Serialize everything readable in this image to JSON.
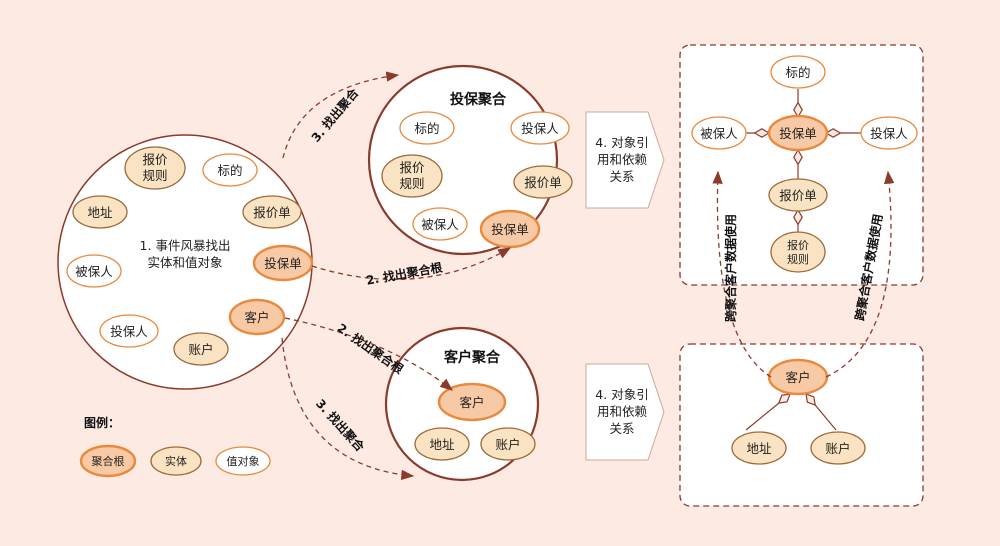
{
  "storm": {
    "center_line1": "1. 事件风暴找出",
    "center_line2": "实体和值对象",
    "baojia_guize_1": "报价",
    "baojia_guize_2": "规则",
    "biaode": "标的",
    "dizhi": "地址",
    "baojiadan": "报价单",
    "beibaoren": "被保人",
    "toubaodan": "投保单",
    "kehu": "客户",
    "toubaoren": "投保人",
    "zhanghu": "账户"
  },
  "toubao_agg": {
    "title": "投保聚合",
    "biaode": "标的",
    "toubaoren": "投保人",
    "baojia_guize_1": "报价",
    "baojia_guize_2": "规则",
    "baojiadan": "报价单",
    "beibaoren": "被保人",
    "toubaodan": "投保单"
  },
  "kehu_agg": {
    "title": "客户聚合",
    "kehu": "客户",
    "dizhi": "地址",
    "zhanghu": "账户"
  },
  "arrows": {
    "find_root_toubao": "2. 找出聚合根",
    "find_agg_toubao": "3. 找出聚合",
    "find_root_kehu": "2. 找出聚合根",
    "find_agg_kehu": "3. 找出聚合"
  },
  "step4": {
    "top_1": "4. 对象引",
    "top_2": "用和依赖",
    "top_3": "关系",
    "bottom_1": "4. 对象引",
    "bottom_2": "用和依赖",
    "bottom_3": "关系"
  },
  "rel_top": {
    "biaode": "标的",
    "beibaoren": "被保人",
    "toubaodan": "投保单",
    "toubaoren": "投保人",
    "baojiadan": "报价单",
    "baojia_guize_1": "报价",
    "baojia_guize_2": "规则"
  },
  "rel_bottom": {
    "kehu": "客户",
    "dizhi": "地址",
    "zhanghu": "账户"
  },
  "cross": {
    "left": "跨聚合客户数据使用",
    "right": "跨聚合客户数据使用"
  },
  "legend": {
    "title": "图例：",
    "root": "聚合根",
    "entity": "实体",
    "value_object": "值对象"
  },
  "colors": {
    "background": "#fdebe3",
    "stroke": "#8b3a2b",
    "root_fill": "#f7c9a5",
    "root_stroke": "#e8893d",
    "entity_fill": "#fae3c2",
    "entity_stroke": "#9b6a3a",
    "value_fill": "#ffffff",
    "value_stroke": "#e8893d"
  }
}
